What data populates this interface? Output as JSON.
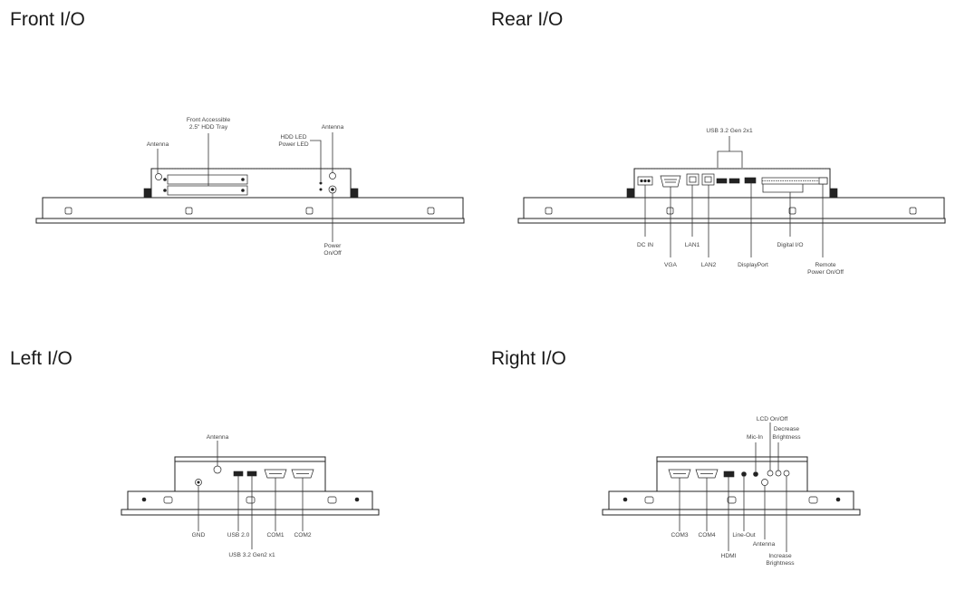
{
  "front": {
    "title": "Front I/O",
    "labels": {
      "antenna_left": "Antenna",
      "hdd_tray_1": "Front Accessible",
      "hdd_tray_2": "2.5\" HDD Tray",
      "hdd_led_1": "HDD LED",
      "hdd_led_2": "Power LED",
      "antenna_right": "Antenna",
      "power_1": "Power",
      "power_2": "On/Off"
    }
  },
  "rear": {
    "title": "Rear I/O",
    "labels": {
      "usb32": "USB 3.2 Gen 2x1",
      "dc_in": "DC IN",
      "vga": "VGA",
      "lan1": "LAN1",
      "lan2": "LAN2",
      "displayport": "DisplayPort",
      "digital_io": "Digital I/O",
      "remote_1": "Remote",
      "remote_2": "Power On/Off"
    }
  },
  "left": {
    "title": "Left I/O",
    "labels": {
      "antenna": "Antenna",
      "gnd": "GND",
      "usb20": "USB 2.0",
      "usb32": "USB 3.2 Gen2 x1",
      "com1": "COM1",
      "com2": "COM2"
    }
  },
  "right": {
    "title": "Right I/O",
    "labels": {
      "lcd": "LCD On/Off",
      "decrease_1": "Decrease",
      "decrease_2": "Brightness",
      "mic_in": "Mic-In",
      "com3": "COM3",
      "com4": "COM4",
      "hdmi": "HDMI",
      "line_out": "Line-Out",
      "antenna": "Antenna",
      "increase_1": "Increase",
      "increase_2": "Brightness"
    }
  }
}
